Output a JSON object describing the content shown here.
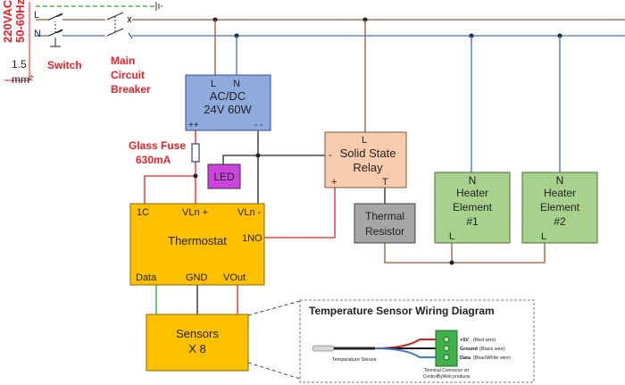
{
  "supply": {
    "voltage": "220VAC",
    "frequency": "50-60Hz",
    "l": "L",
    "n": "N",
    "wire_gauge": "1.5",
    "wire_unit": "mm²"
  },
  "labels": {
    "switch": "Switch",
    "breaker_line1": "Main",
    "breaker_line2": "Circuit",
    "breaker_line3": "Breaker",
    "fuse_line1": "Glass Fuse",
    "fuse_line2": "630mA"
  },
  "psu": {
    "l": "L",
    "n": "N",
    "line1": "AC/DC",
    "line2": "24V 60W",
    "plus": "++",
    "minus": "- -"
  },
  "led": {
    "label": "LED"
  },
  "ssr": {
    "l": "L",
    "line1": "Solid State",
    "line2": "Relay",
    "minus": "-",
    "plus": "+",
    "t": "T"
  },
  "thermal": {
    "line1": "Thermal",
    "line2": "Resistor"
  },
  "heaters": [
    {
      "n": "N",
      "line1": "Heater",
      "line2": "Element",
      "line3": "#1",
      "l": "L"
    },
    {
      "n": "N",
      "line1": "Heater",
      "line2": "Element",
      "line3": "#2",
      "l": "L"
    }
  ],
  "thermostat": {
    "c1": "1C",
    "vln_plus": "VLn +",
    "vln_minus": "VLn -",
    "title": "Thermostat",
    "no1": "1NO",
    "data": "Data",
    "gnd": "GND",
    "vout": "VOut"
  },
  "sensors": {
    "line1": "Sensors",
    "line2": "X 8"
  },
  "inset": {
    "title": "Temperature Sensor Wiring Diagram",
    "sensor_label": "Temperature Sensor",
    "terminal_line1": "Terminal Connector on",
    "terminal_line2": "ControlByWeb products",
    "pins": [
      {
        "name": "+5V",
        "desc": "(Red wire)"
      },
      {
        "name": "Ground",
        "desc": "(Black wire)"
      },
      {
        "name": "Data",
        "desc": "(Blue/White wire)"
      }
    ]
  },
  "colors": {
    "live_wire": "#8b5a3c",
    "neutral_wire": "#3f6fc4",
    "earth_wire": "#22aa22",
    "red_wire": "#e02020",
    "data_wire": "#22aa22",
    "psu_fill": "#8faadc",
    "thermostat_fill": "#ffc000",
    "led_fill": "#cc44dd",
    "ssr_fill": "#f8cbad",
    "heater_fill": "#a9d18e",
    "thermal_fill": "#a6a6a6"
  }
}
